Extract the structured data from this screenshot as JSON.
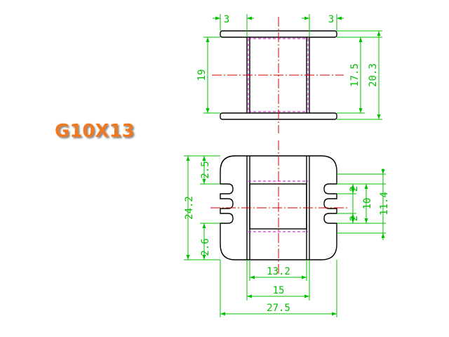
{
  "title": "G10X13",
  "dims": {
    "top_flange_left": "3",
    "top_flange_right": "3",
    "top_inner_height": "19",
    "top_window": "17.5",
    "top_total": "20.3",
    "front_slot": "2.5",
    "front_height": "24.2",
    "front_bottom": "2.6",
    "pin_gap_a": "2",
    "pin_gap_b": "2",
    "pin_span": "10",
    "pin_total": "11.4",
    "core_width": "13.2",
    "bobbin_width": "15",
    "total_width": "27.5"
  }
}
